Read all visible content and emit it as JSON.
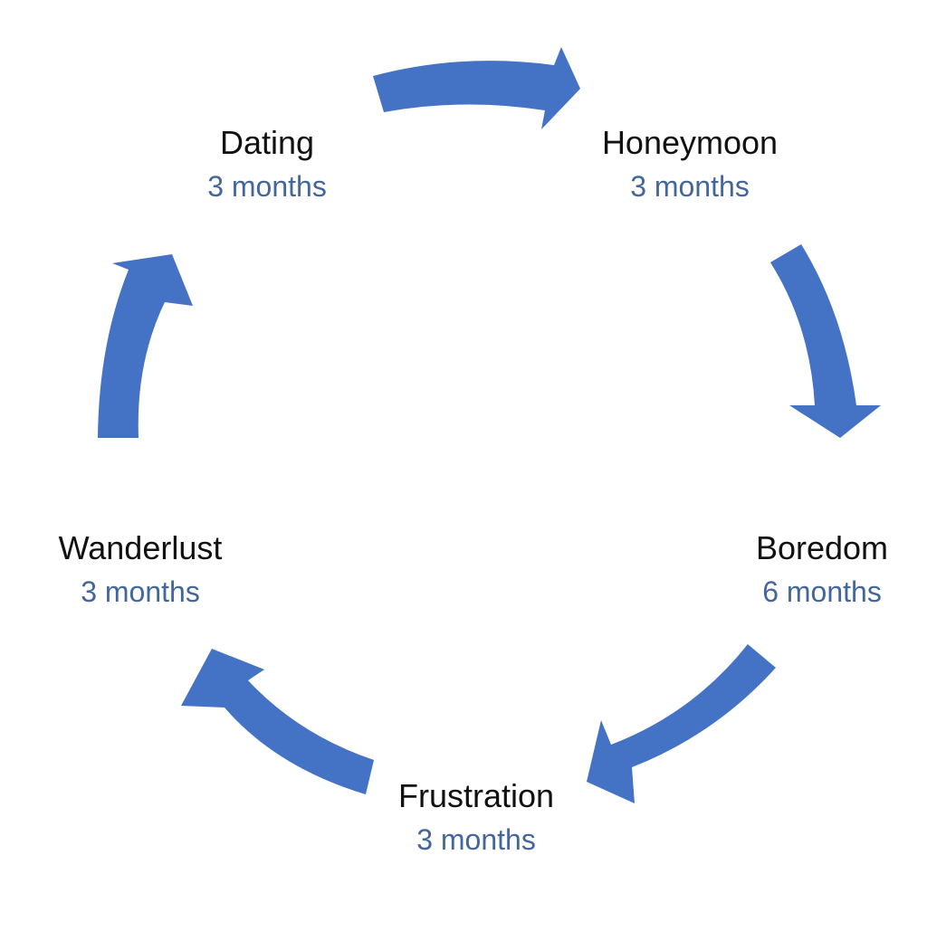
{
  "diagram": {
    "type": "cycle",
    "arrow_color": "#4472C4",
    "duration_color": "#44679B",
    "stages": [
      {
        "name": "Dating",
        "duration": "3 months"
      },
      {
        "name": "Honeymoon",
        "duration": "3 months"
      },
      {
        "name": "Boredom",
        "duration": "6 months"
      },
      {
        "name": "Frustration",
        "duration": "3 months"
      },
      {
        "name": "Wanderlust",
        "duration": "3 months"
      }
    ]
  }
}
